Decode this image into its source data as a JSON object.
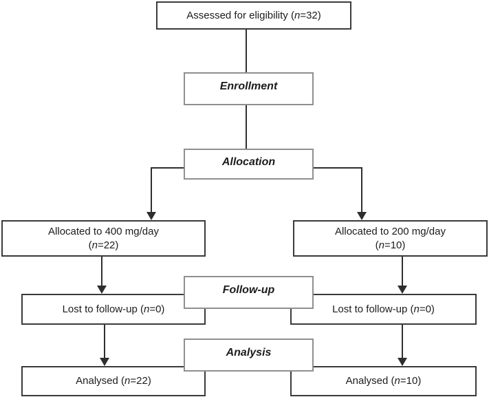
{
  "colors": {
    "box_border_dark": "#3a3a3a",
    "box_border_gray": "#8f8f8f",
    "line": "#2e2e2e",
    "text": "#1c1c1c",
    "background": "#ffffff"
  },
  "nodes": {
    "assessed": {
      "pre": "Assessed for eligibility (",
      "n": "n",
      "post": "=32)"
    },
    "enrollment": {
      "label": "Enrollment"
    },
    "allocation": {
      "label": "Allocation"
    },
    "allocated_400": {
      "line1": "Allocated to 400 mg/day",
      "pre": "(",
      "n": "n",
      "post": "=22)"
    },
    "allocated_200": {
      "line1": "Allocated to 200 mg/day",
      "pre": "(",
      "n": "n",
      "post": "=10)"
    },
    "followup": {
      "label": "Follow-up"
    },
    "lost_left": {
      "pre": "Lost to follow-up (",
      "n": "n",
      "post": "=0)"
    },
    "lost_right": {
      "pre": "Lost to follow-up (",
      "n": "n",
      "post": "=0)"
    },
    "analysis": {
      "label": "Analysis"
    },
    "analysed_left": {
      "pre": "Analysed (",
      "n": "n",
      "post": "=22)"
    },
    "analysed_right": {
      "pre": "Analysed (",
      "n": "n",
      "post": "=10)"
    }
  }
}
